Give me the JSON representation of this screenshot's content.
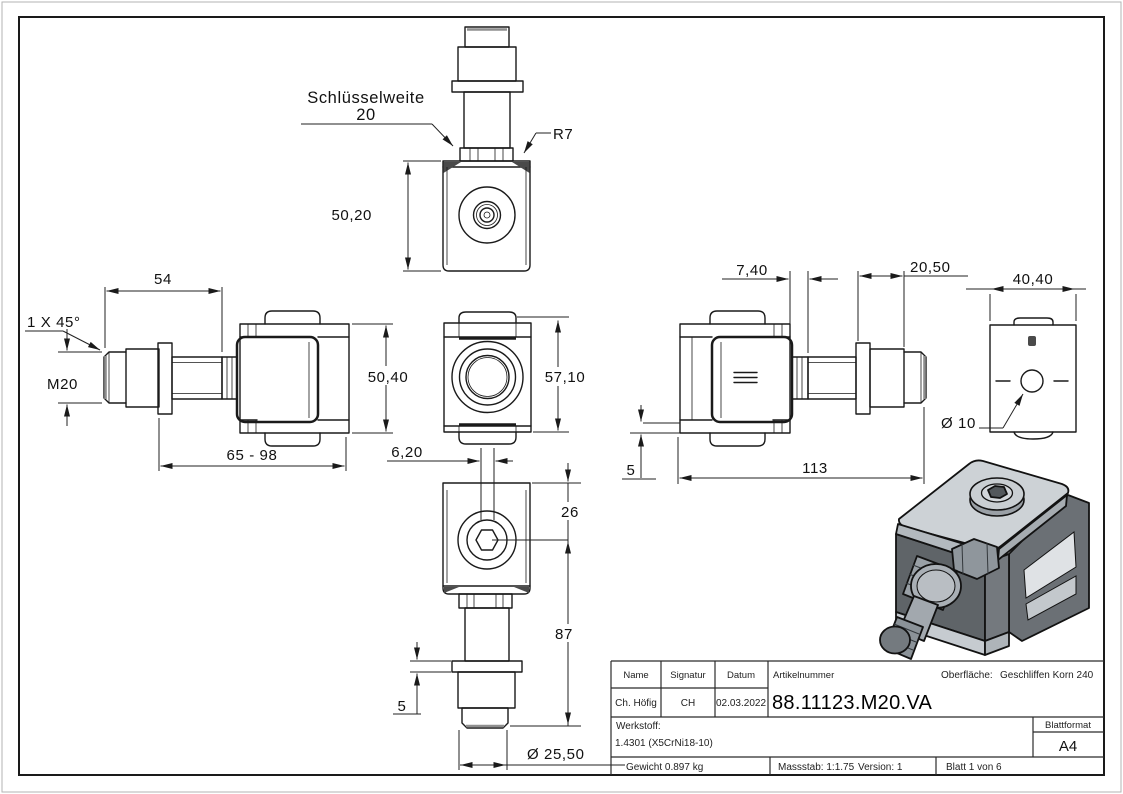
{
  "drawing": {
    "views": {
      "top": {
        "wrench_label_line1": "Schlüsselweite",
        "wrench_label_line2": "20",
        "radius_label": "R7",
        "height_dim": "50,20"
      },
      "left": {
        "stud_length_dim": "54",
        "chamfer_label": "1 X 45°",
        "thread_label": "M20",
        "body_height_dim": "50,40",
        "range_dim": "65 - 98"
      },
      "front": {
        "height_dim": "57,10",
        "slot_dim": "6,20"
      },
      "bottom": {
        "center_dim": "26",
        "length_dim": "87",
        "washer_dim": "5",
        "diameter_dim": "Ø 25,50"
      },
      "right": {
        "offset_dim": "7,40",
        "nut_dim": "20,50",
        "plate_dim": "5",
        "total_length_dim": "113"
      },
      "back": {
        "width_dim": "40,40",
        "hole_dim": "Ø 10"
      }
    },
    "title_block": {
      "name_header": "Name",
      "signature_header": "Signatur",
      "date_header": "Datum",
      "name_value": "Ch. Höfig",
      "signature_value": "CH",
      "date_value": "02.03.2022",
      "article_label": "Artikelnummer",
      "article_number": "88.11123.M20.VA",
      "surface_label": "Oberfläche:",
      "surface_value": "Geschliffen Korn 240",
      "material_label": "Werkstoff:",
      "material_value": "1.4301 (X5CrNi18-10)",
      "sheet_format_label": "Blattformat",
      "sheet_format_value": "A4",
      "weight": "Gewicht 0.897 kg",
      "scale": "Massstab: 1:1.75",
      "version": "Version: 1",
      "sheet": "Blatt 1 von 6"
    },
    "colors": {
      "line": "#1a1a1a",
      "iso_plate": "#cdd2d6",
      "iso_body": "#5f6468",
      "iso_stud": "#99a0a6"
    }
  }
}
